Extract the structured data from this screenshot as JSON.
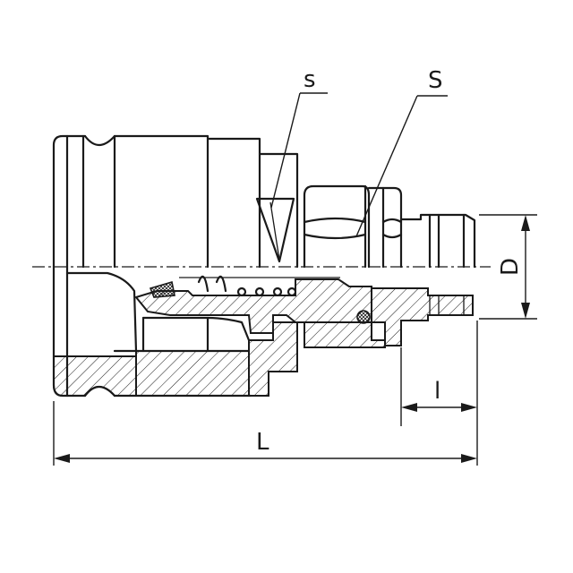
{
  "labels": {
    "s": "s",
    "S": "S",
    "D": "D",
    "l": "l",
    "L": "L"
  },
  "colors": {
    "line": "#1a1a1a",
    "background": "#ffffff"
  }
}
